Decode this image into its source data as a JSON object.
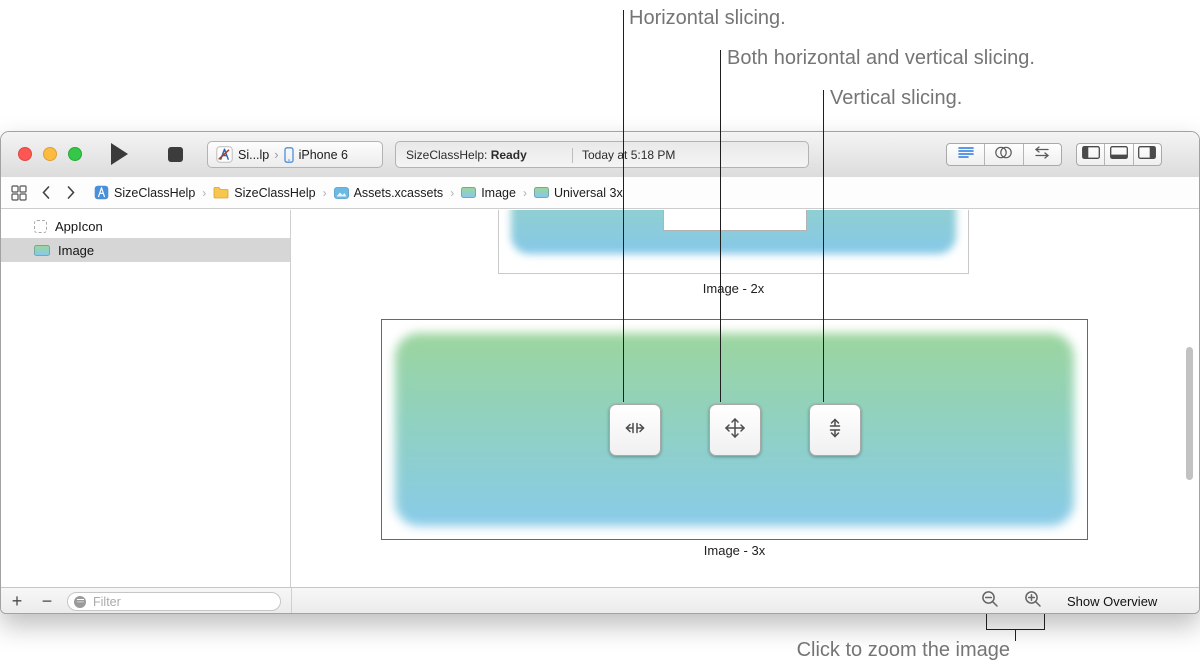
{
  "annotations": {
    "horizontal_label": "Horizontal slicing.",
    "both_label": "Both horizontal and vertical slicing.",
    "vertical_label": "Vertical slicing.",
    "zoom_label": "Click to zoom the image"
  },
  "window": {
    "toolbar": {
      "scheme_project": "Si...lp",
      "scheme_separator": "›",
      "scheme_device": "iPhone 6",
      "status_project": "SizeClassHelp:",
      "status_state": "Ready",
      "status_time": "Today at 5:18 PM"
    },
    "jumpbar": {
      "separator": "›",
      "items": [
        {
          "label": "SizeClassHelp",
          "icon": "project-icon"
        },
        {
          "label": "SizeClassHelp",
          "icon": "folder-icon"
        },
        {
          "label": "Assets.xcassets",
          "icon": "asset-catalog-icon"
        },
        {
          "label": "Image",
          "icon": "image-set-icon"
        },
        {
          "label": "Universal 3x",
          "icon": "image-set-icon"
        }
      ]
    },
    "sidebar": {
      "items": [
        {
          "label": "AppIcon",
          "selected": false
        },
        {
          "label": "Image",
          "selected": true
        }
      ],
      "add_label": "+",
      "remove_label": "−",
      "filter_placeholder": "Filter"
    },
    "editor": {
      "image_2x_label": "Image - 2x",
      "image_3x_label": "Image - 3x",
      "show_overview_label": "Show Overview"
    }
  },
  "colors": {
    "image_gradient_top": "#9cd59e",
    "image_gradient_bottom": "#89cbe9",
    "selection_blue": "#2f6ee0",
    "accent_blue": "#2779e0",
    "sidebar_selection": "#d6d6d6"
  }
}
